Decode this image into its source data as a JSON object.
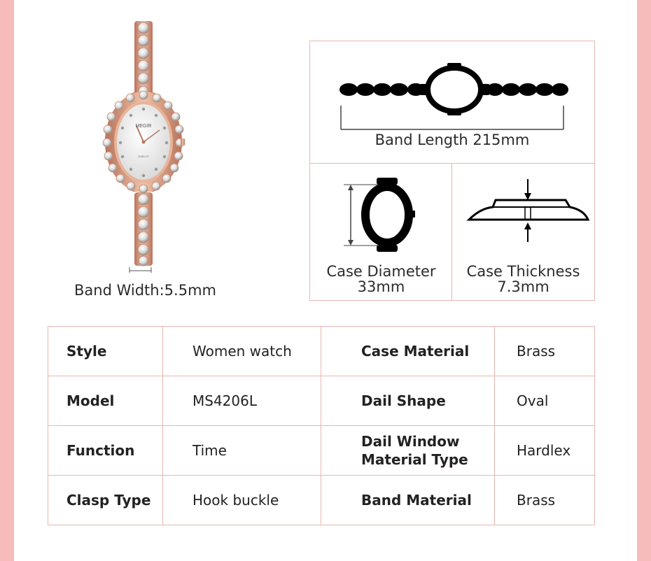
{
  "band_width": "Band Width:5.5mm",
  "watch": {
    "brand": "MEGIR",
    "sub": "JEWELRY"
  },
  "dimensions": {
    "band_length": "Band Length 215mm",
    "case_diameter_label": "Case Diameter",
    "case_diameter_value": "33mm",
    "case_thickness_label": "Case Thickness",
    "case_thickness_value": "7.3mm"
  },
  "specs": [
    {
      "k1": "Style",
      "v1": "Women watch",
      "k2": "Case Material",
      "v2": "Brass"
    },
    {
      "k1": "Model",
      "v1": "MS4206L",
      "k2": "Dail Shape",
      "v2": "Oval"
    },
    {
      "k1": "Function",
      "v1": "Time",
      "k2": "Dail Window Material Type",
      "v2": "Hardlex"
    },
    {
      "k1": "Clasp Type",
      "v1": "Hook buckle",
      "k2": "Band Material",
      "v2": "Brass"
    }
  ],
  "colors": {
    "background": "#f6bcbc",
    "border": "#e7b7b0",
    "rose_gold": "#d9967a"
  }
}
